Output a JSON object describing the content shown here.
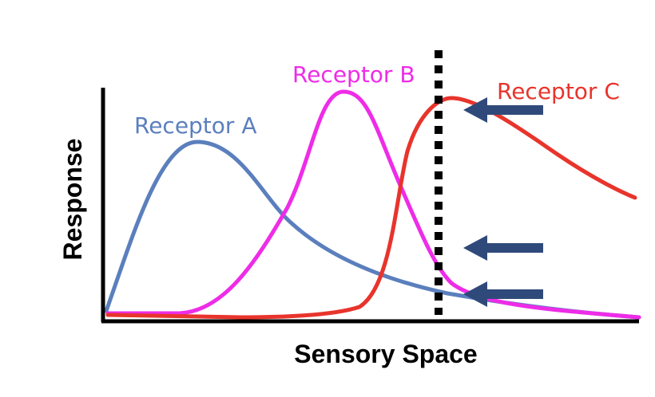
{
  "chart_data": {
    "type": "line",
    "xlabel": "Sensory Space",
    "ylabel": "Response",
    "series": [
      {
        "name": "Receptor A",
        "color": "#5b7fbd"
      },
      {
        "name": "Receptor B",
        "color": "#ee2ce8"
      },
      {
        "name": "Receptor C",
        "color": "#e8342c"
      }
    ],
    "marker_line": {
      "style": "dotted",
      "color": "#000000"
    },
    "arrows": {
      "count": 3,
      "color": "#2f4a7a",
      "direction": "left"
    },
    "grid": false,
    "legend": "inline-labels"
  }
}
